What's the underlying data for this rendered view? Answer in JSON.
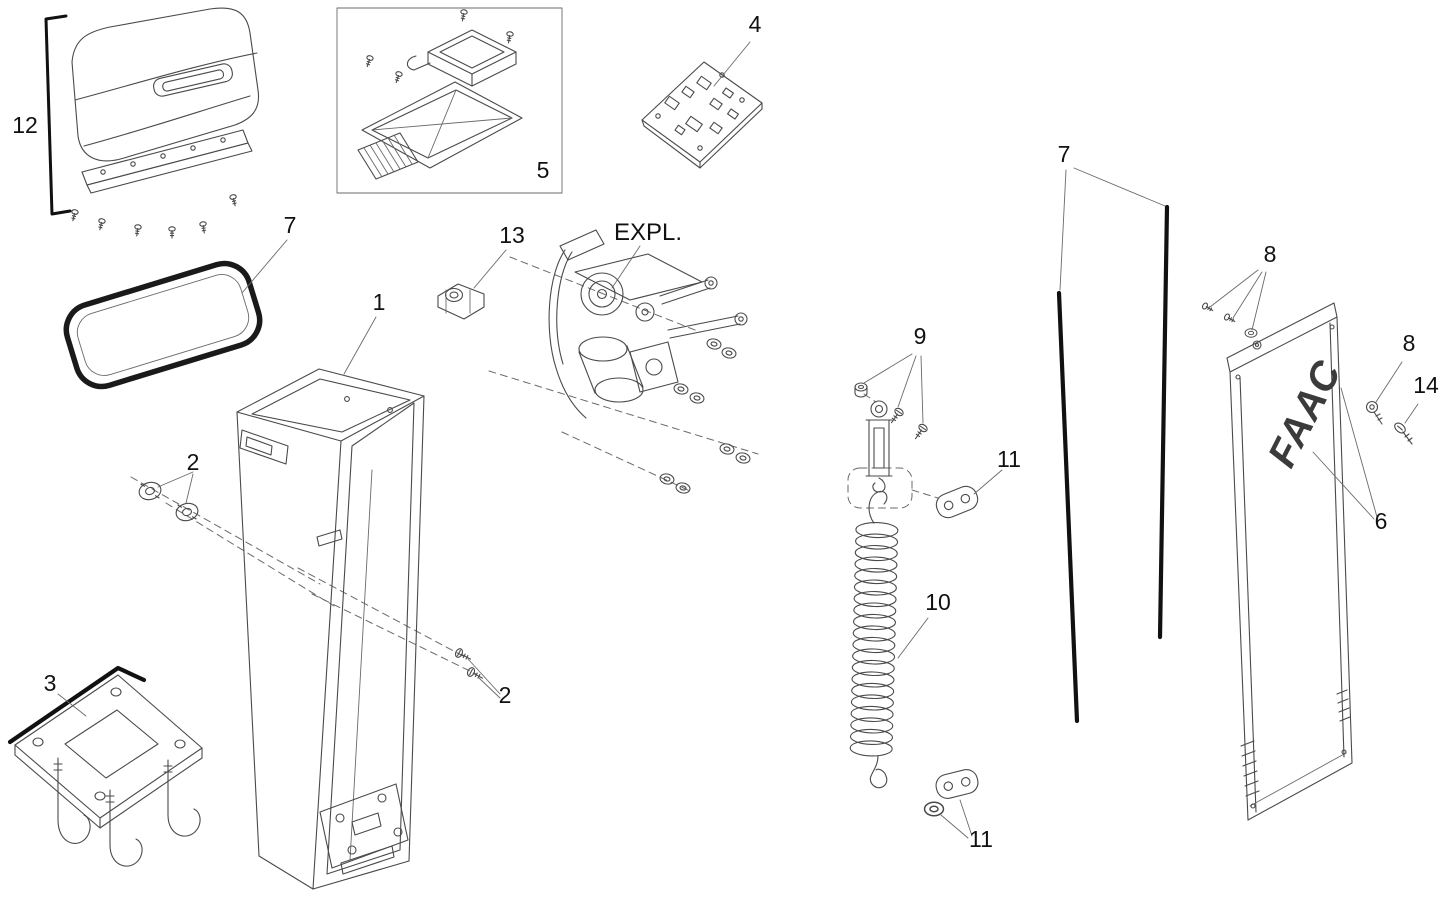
{
  "diagram": {
    "type": "exploded-parts-diagram",
    "brand_logo": "FAAC",
    "labels": {
      "part12": "12",
      "part7_gasket": "7",
      "part1": "1",
      "part2_left": "2",
      "part2_bottom": "2",
      "part3": "3",
      "part5": "5",
      "part13": "13",
      "expl": "EXPL.",
      "part4": "4",
      "part9": "9",
      "part11_top": "11",
      "part10": "10",
      "part11_bottom": "11",
      "part7_rods": "7",
      "part8_top": "8",
      "part8_right": "8",
      "part14": "14",
      "part6": "6"
    },
    "colors": {
      "background": "#ffffff",
      "line": "#4a4a4a",
      "bold_line": "#111111",
      "label_text": "#111111",
      "logo": "#3b3b3b"
    }
  }
}
